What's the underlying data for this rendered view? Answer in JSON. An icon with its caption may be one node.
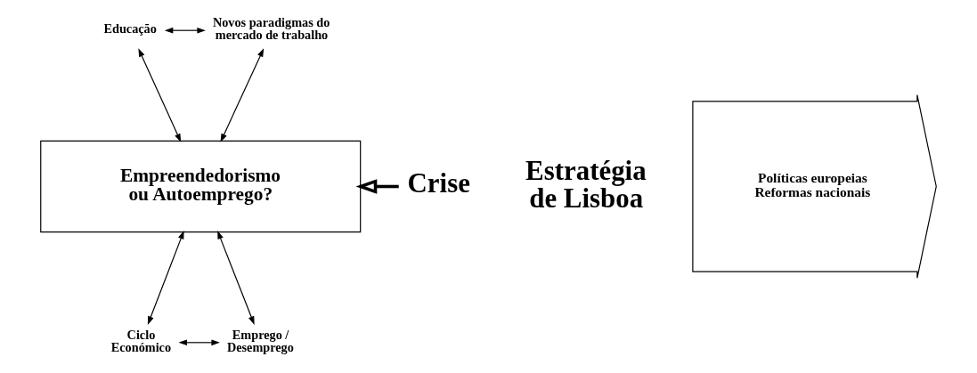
{
  "diagram": {
    "nodes": [
      {
        "text": [
          "Estratégia de Lisboa"
        ]
      },
      {
        "text": [
          "Políticas europeias Reformas nacionais"
        ]
      },
      {
        "text": [
          "Empreendedorismo ou Autoemprego?"
        ]
      },
      {
        "text": [
          "Crise"
        ]
      },
      {
        "text": [
          "Educação"
        ]
      },
      {
        "text": [
          "Novos paradigmas do mercado de trabalho"
        ]
      },
      {
        "text": [
          "Ciclo Económico"
        ]
      },
      {
        "text": [
          "Emprego / Desemprego"
        ]
      }
    ],
    "edges": [
      {
        "from": 4,
        "to": 5,
        "arrow": "both"
      },
      {
        "from": 4,
        "to": 2,
        "arrow": "both"
      },
      {
        "from": 5,
        "to": 2,
        "arrow": "both"
      },
      {
        "from": 3,
        "to": 2,
        "arrow": "to",
        "style": "thick"
      },
      {
        "from": 2,
        "to": 6,
        "arrow": "both"
      },
      {
        "from": 2,
        "to": 7,
        "arrow": "both"
      },
      {
        "from": 6,
        "to": 7,
        "arrow": "both"
      }
    ]
  }
}
